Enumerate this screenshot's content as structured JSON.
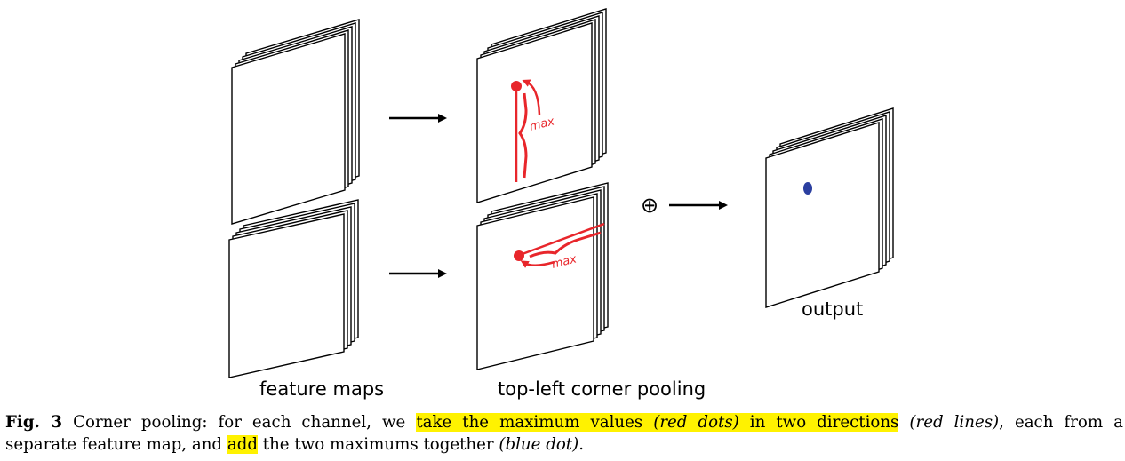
{
  "labels": {
    "feature_maps": "feature maps",
    "corner_pooling": "top-left corner pooling",
    "output": "output",
    "max": "max",
    "oplus": "⊕"
  },
  "caption": {
    "fig": "Fig. 3",
    "s1": " Corner pooling: for each channel, we ",
    "h1": "take the maximum values ",
    "h1i": "(red dots)",
    "h1b": " in two directions",
    "s2": " ",
    "s2i": "(red lines)",
    "s2b": ", each from a",
    "s3": "separate feature map, and ",
    "h2": "add",
    "s4": " the two maximums together ",
    "s4i": "(blue dot)",
    "s4b": "."
  },
  "colors": {
    "highlight": "#fff200",
    "red": "#e8262b",
    "blue": "#2b3fa0"
  }
}
